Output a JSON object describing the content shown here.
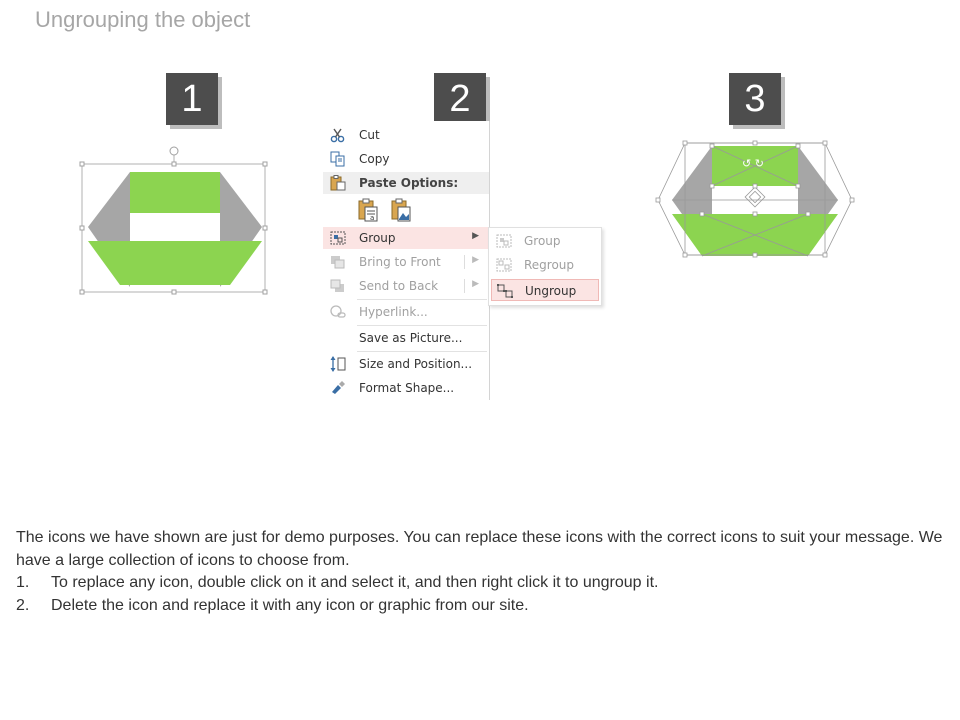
{
  "title": "Ungrouping the object",
  "steps": [
    "1",
    "2",
    "3"
  ],
  "context_menu": {
    "items": [
      {
        "label": "Cut",
        "icon": "scissors-icon"
      },
      {
        "label": "Copy",
        "icon": "copy-icon"
      },
      {
        "label": "Paste Options:",
        "icon": "paste-icon"
      },
      {
        "label": "Group",
        "icon": "group-icon"
      },
      {
        "label": "Bring to Front",
        "icon": "bring-to-front-icon"
      },
      {
        "label": "Send to Back",
        "icon": "send-to-back-icon"
      },
      {
        "label": "Hyperlink...",
        "icon": "hyperlink-icon"
      },
      {
        "label": "Save as Picture...",
        "icon": ""
      },
      {
        "label": "Size and Position...",
        "icon": "size-position-icon"
      },
      {
        "label": "Format Shape...",
        "icon": "format-shape-icon"
      }
    ]
  },
  "submenu": {
    "items": [
      {
        "label": "Group",
        "icon": "group-icon"
      },
      {
        "label": "Regroup",
        "icon": "regroup-icon"
      },
      {
        "label": "Ungroup",
        "icon": "ungroup-icon"
      }
    ]
  },
  "colors": {
    "green": "#8cd450",
    "gray": "#a6a6a6",
    "badge": "#4d4d4d",
    "highlight": "#fbe4e3"
  },
  "description": {
    "intro": "The icons we have shown are just for demo purposes. You can replace these icons with the correct icons to suit your message. We have a large collection of icons to choose from.",
    "steps": [
      {
        "num": "1.",
        "text": "To replace any icon, double click on it and select it, and then right click it to ungroup it."
      },
      {
        "num": "2.",
        "text": "Delete the icon and replace it with any icon or graphic from our site."
      }
    ]
  }
}
